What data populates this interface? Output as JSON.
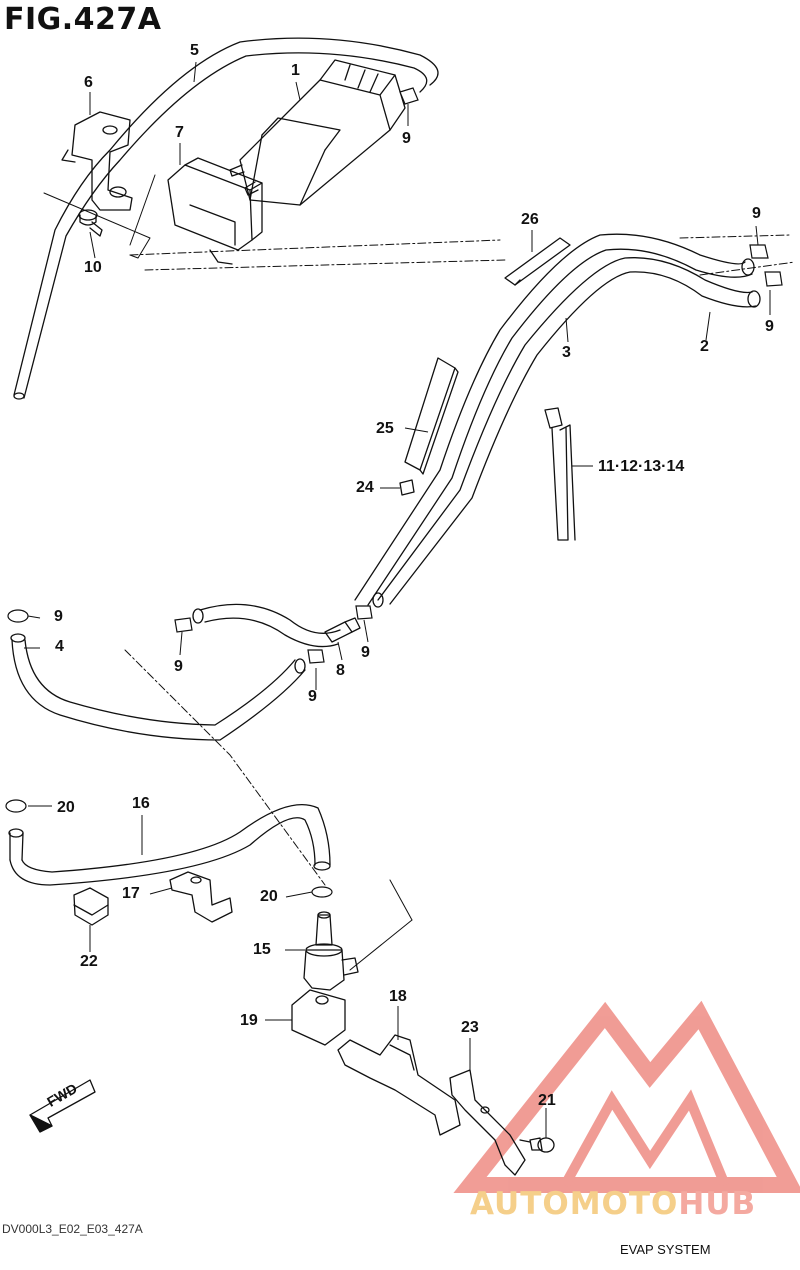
{
  "figure": {
    "title": "FIG.427A",
    "section": "EVAP SYSTEM",
    "footer_code": "DV000L3_E02_E03_427A"
  },
  "direction_badge": {
    "text": "FWD"
  },
  "watermark": {
    "part1": "AUTOMOTO",
    "part2": "HUB",
    "accent_color": "#e33b2e"
  },
  "callouts": [
    {
      "id": "1",
      "text": "1"
    },
    {
      "id": "2",
      "text": "2"
    },
    {
      "id": "3",
      "text": "3"
    },
    {
      "id": "4",
      "text": "4"
    },
    {
      "id": "5",
      "text": "5"
    },
    {
      "id": "6",
      "text": "6"
    },
    {
      "id": "7",
      "text": "7"
    },
    {
      "id": "8",
      "text": "8"
    },
    {
      "id": "9a",
      "text": "9"
    },
    {
      "id": "9b",
      "text": "9"
    },
    {
      "id": "9c",
      "text": "9"
    },
    {
      "id": "9d",
      "text": "9"
    },
    {
      "id": "9e",
      "text": "9"
    },
    {
      "id": "9f",
      "text": "9"
    },
    {
      "id": "9g",
      "text": "9"
    },
    {
      "id": "9h",
      "text": "9"
    },
    {
      "id": "10",
      "text": "10"
    },
    {
      "id": "11",
      "text": "11·12·13·14"
    },
    {
      "id": "15",
      "text": "15"
    },
    {
      "id": "16",
      "text": "16"
    },
    {
      "id": "17",
      "text": "17"
    },
    {
      "id": "18",
      "text": "18"
    },
    {
      "id": "19",
      "text": "19"
    },
    {
      "id": "20a",
      "text": "20"
    },
    {
      "id": "20b",
      "text": "20"
    },
    {
      "id": "21",
      "text": "21"
    },
    {
      "id": "22",
      "text": "22"
    },
    {
      "id": "23",
      "text": "23"
    },
    {
      "id": "24",
      "text": "24"
    },
    {
      "id": "25",
      "text": "25"
    },
    {
      "id": "26",
      "text": "26"
    }
  ]
}
